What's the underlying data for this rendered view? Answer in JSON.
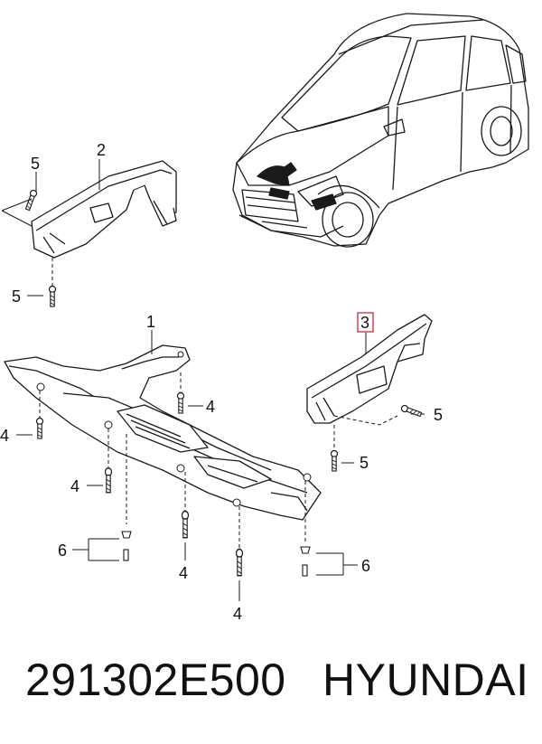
{
  "callouts": {
    "c2": "2",
    "c5_top_left": "5",
    "c5_bottom_left": "5",
    "c1": "1",
    "c4_center": "4",
    "c4_left": "4",
    "c4_mid_left": "4",
    "c4_bottom_center": "4",
    "c4_bottom": "4",
    "c3": "3",
    "c5_right_upper": "5",
    "c5_right_lower": "5",
    "c6_left": "6",
    "c6_right": "6"
  },
  "footer": {
    "part_number": "291302E500",
    "brand": "HYUNDAI"
  },
  "colors": {
    "line": "#1a1a1a",
    "highlight_box": "#cc2a3a"
  }
}
